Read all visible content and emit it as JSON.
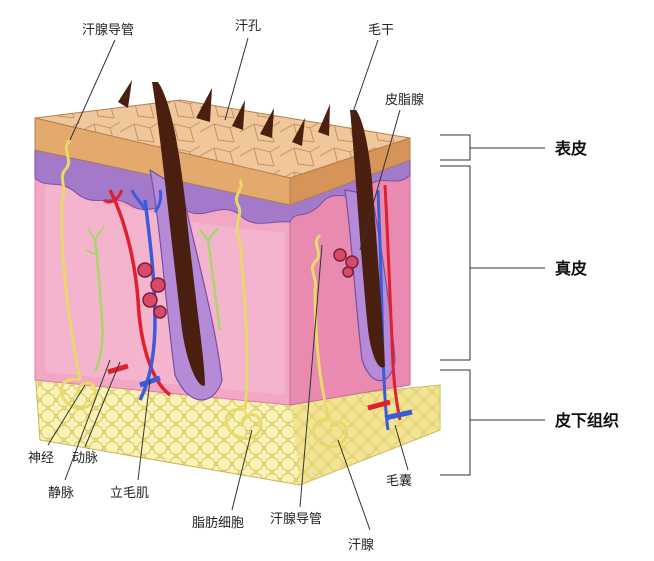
{
  "labels": {
    "sweat_duct_top": "汗腺导管",
    "sweat_pore": "汗孔",
    "hair_shaft": "毛干",
    "sebaceous_gland": "皮脂腺",
    "nerve": "神经",
    "artery": "动脉",
    "vein": "静脉",
    "arrector_pili": "立毛肌",
    "fat_cells": "脂肪细胞",
    "sweat_duct_bottom": "汗腺导管",
    "sweat_gland": "汗腺",
    "hair_follicle": "毛囊"
  },
  "layers": {
    "epidermis": "表皮",
    "dermis": "真皮",
    "subcutaneous": "皮下组织"
  },
  "colors": {
    "epidermis": "#e8b98a",
    "dermis": "#f3a9c6",
    "dermis_side": "#e98bb0",
    "basal": "#9b6ec0",
    "fat": "#f5ed9a",
    "hair": "#4a1f0f",
    "artery": "#e0202a",
    "vein": "#3b5bd9",
    "nerve": "#a8d66b",
    "gland": "#e9d86a"
  }
}
